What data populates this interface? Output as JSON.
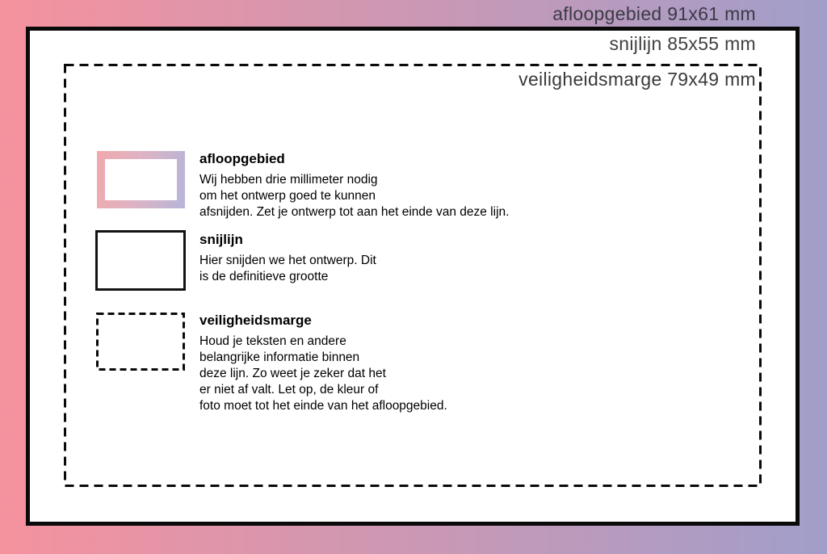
{
  "page": {
    "corner_labels": {
      "bleed": "afloopgebied 91x61 mm",
      "cut": "snijlijn 85x55 mm",
      "safe": "veiligheidsmarge 79x49 mm"
    },
    "legend": [
      {
        "id": "afloopgebied",
        "heading": "afloopgebied",
        "body_lines": [
          "Wij hebben drie millimeter nodig",
          "om het ontwerp goed te kunnen",
          "afsnijden. Zet je ontwerp tot aan het einde van deze lijn."
        ]
      },
      {
        "id": "snijlijn",
        "heading": "snijlijn",
        "body_lines": [
          "Hier snijden we het ontwerp. Dit",
          "is de definitieve grootte"
        ]
      },
      {
        "id": "veiligheidsmarge",
        "heading": "veiligheidsmarge",
        "body_lines": [
          "Houd je teksten en andere",
          "belangrijke informatie binnen",
          "deze lijn. Zo weet je zeker dat het",
          "er niet af valt. Let op, de kleur of",
          "foto moet tot het einde van het afloopgebied."
        ]
      }
    ],
    "colors": {
      "gradient_start": "#f6929e",
      "gradient_end": "#a19eca",
      "legend_gradient_start": "#f0a9ac",
      "legend_gradient_end": "#b7b5d9",
      "line_color": "#0a0a0a"
    }
  }
}
